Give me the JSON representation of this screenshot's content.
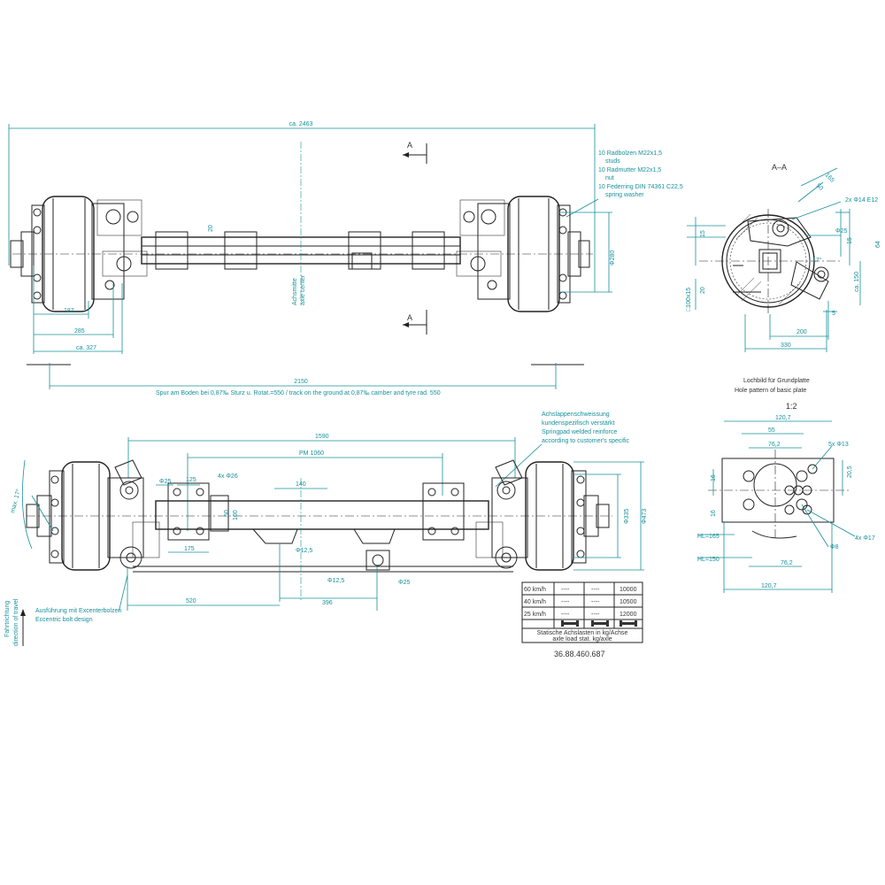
{
  "colors": {
    "dimension": "#17909a",
    "line": "#222222",
    "background": "#ffffff"
  },
  "top_view": {
    "overall_length": "ca. 2463",
    "section_mark": "A",
    "notes": [
      "10 Radbolzen M22x1,5",
      "studs",
      "10 Radmutter M22x1,5",
      "nut",
      "10 Federring DIN 74361 C22,5",
      "spring washer"
    ],
    "dim_187": "187",
    "dim_285": "285",
    "dim_327": "ca. 327",
    "dim_20": "20",
    "dia_280": "Φ280",
    "axle_center_de": "Achsmitte",
    "axle_center_en": "axle center",
    "track": "2150",
    "track_note": "Spur am Boden bei 0,87‰ Sturz u. Rotat.=550 / track on the ground at 0,87‰ camber and tyre rad. 550"
  },
  "section_view": {
    "title": "A–A",
    "dim_165": "165",
    "dim_50": "50",
    "bolt": "2x Φ14 E12",
    "dia_25": "Φ25",
    "dim_15": "15",
    "dim_64": "64",
    "dim_ca150": "ca. 150",
    "angle": "17°",
    "dim_100x15": "□100x15",
    "dim_20": "20",
    "dim_5": "5",
    "dim_200": "200",
    "dim_330": "330"
  },
  "hole_pattern": {
    "title_de": "Lochbild für Grundplatte",
    "title_en": "Hole pattern of basic plate",
    "scale": "1:2",
    "dim_1207": "120,7",
    "dim_55": "55",
    "dim_762": "76,2",
    "holes_5": "5x Φ13",
    "dim_205": "20,5",
    "dim_16": "16",
    "hl165": "HL=165",
    "hl150": "HL=150",
    "holes_4": "4x Φ17",
    "dia_8": "Φ8"
  },
  "front_view": {
    "dim_1590": "1590",
    "pm": "PM 1060",
    "weld_note": [
      "Achslappenschweissung",
      "kundenspezifisch verstärkt",
      "Springpad welded reinforce",
      "according to customer's specific"
    ],
    "dia_25": "Φ25",
    "dim_125": "125",
    "holes_26": "4x Φ26",
    "dim_140": "140",
    "dim_100": "100",
    "dim_50": "50",
    "dim_175": "175",
    "dia_125": "Φ12,5",
    "dia_125b": "Φ12,5",
    "dia_25b": "Φ25",
    "dia_335": "Φ335",
    "dia_473": "Φ473",
    "max_angle": "max. 17°",
    "dim_520": "520",
    "dim_396": "396",
    "eccentric_de": "Ausführung mit Excenterbolzen",
    "eccentric_en": "Eccentric bolt design",
    "direction_de": "Fahrtrichtung",
    "direction_en": "direction of travel"
  },
  "load_table": {
    "rows": [
      {
        "speed": "60 km/h",
        "c1": "----",
        "c2": "----",
        "load": "10000"
      },
      {
        "speed": "40 km/h",
        "c1": "----",
        "c2": "----",
        "load": "10500"
      },
      {
        "speed": "25 km/h",
        "c1": "----",
        "c2": "----",
        "load": "12000"
      }
    ],
    "caption_de": "Statische Achslasten in kg/Achse",
    "caption_en": "axle load stat. kg/axle",
    "part_number": "36.88.460.687"
  }
}
